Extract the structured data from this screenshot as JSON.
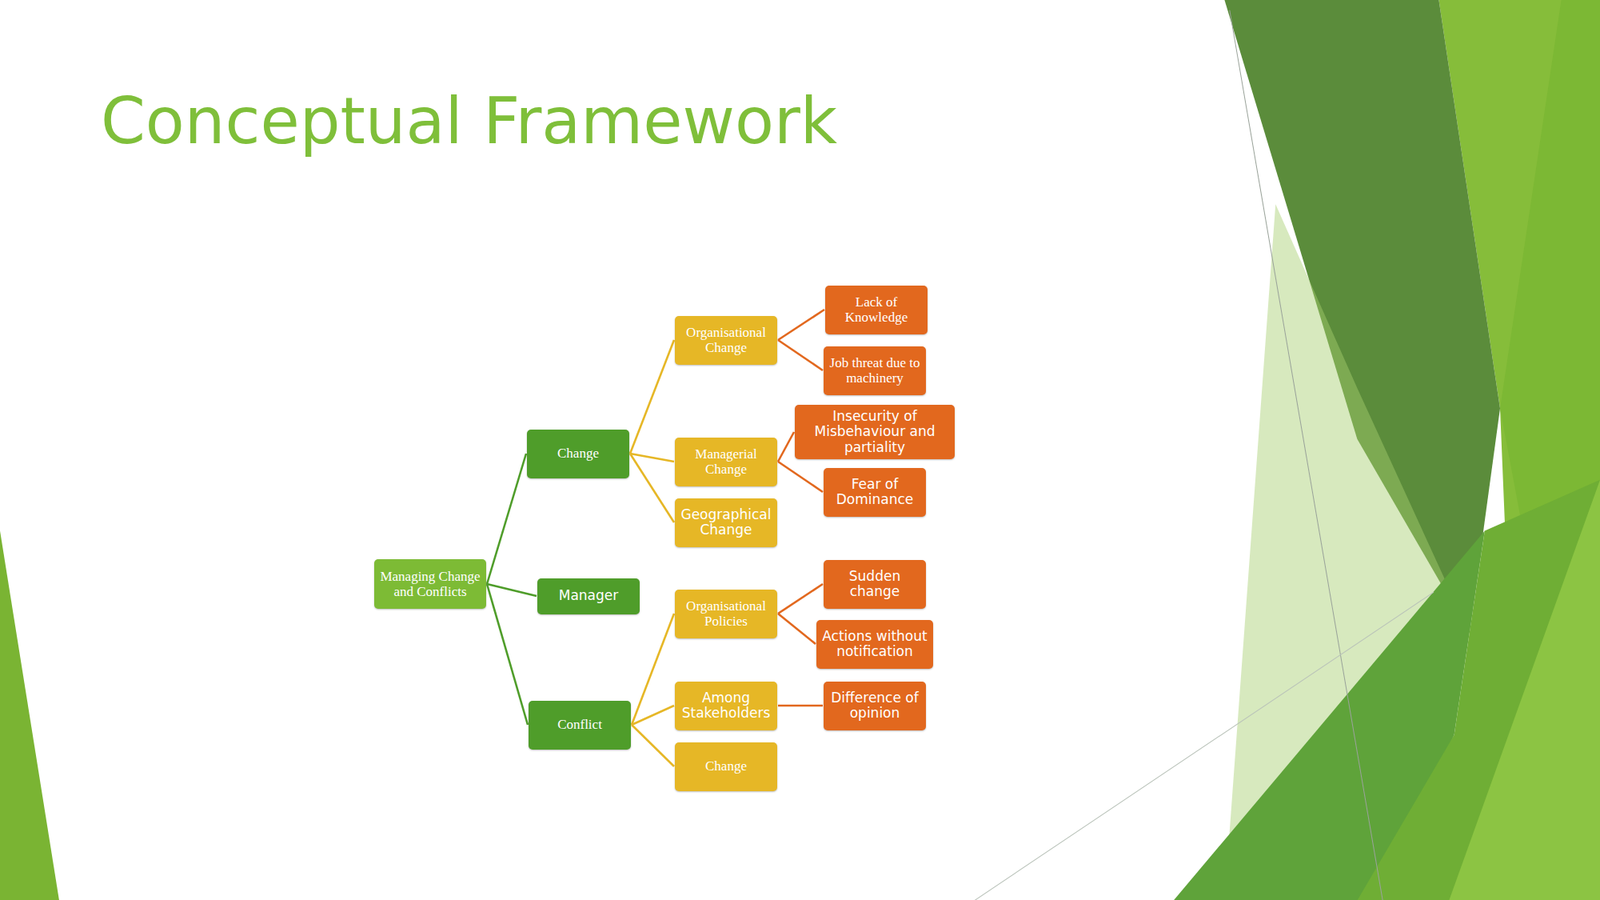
{
  "diagram": {
    "title": "Conceptual Framework",
    "nodes": [
      {
        "text": [
          "Managing Change and Conflicts"
        ]
      },
      {
        "text": [
          "Change"
        ]
      },
      {
        "text": [
          "Organisational Change"
        ]
      },
      {
        "text": [
          "Lack of Knowledge"
        ]
      },
      {
        "text": [
          "Job threat due to machinery"
        ]
      },
      {
        "text": [
          "Managerial Change"
        ]
      },
      {
        "text": [
          "Insecurity of Misbehaviour and partiality"
        ]
      },
      {
        "text": [
          "Fear of Dominance"
        ]
      },
      {
        "text": [
          "Geographical Change"
        ]
      },
      {
        "text": [
          "Manager"
        ]
      },
      {
        "text": [
          "Conflict"
        ]
      },
      {
        "text": [
          "Organisational Policies"
        ]
      },
      {
        "text": [
          "Sudden change"
        ]
      },
      {
        "text": [
          "Actions without notification"
        ]
      },
      {
        "text": [
          "Among Stakeholders"
        ]
      },
      {
        "text": [
          "Difference of opinion"
        ]
      },
      {
        "text": [
          "Change"
        ]
      }
    ],
    "edges": [
      {
        "from": 0,
        "to": 1,
        "arrow": "none"
      },
      {
        "from": 0,
        "to": 9,
        "arrow": "none"
      },
      {
        "from": 0,
        "to": 10,
        "arrow": "none"
      },
      {
        "from": 1,
        "to": 2,
        "arrow": "none"
      },
      {
        "from": 1,
        "to": 5,
        "arrow": "none"
      },
      {
        "from": 1,
        "to": 8,
        "arrow": "none"
      },
      {
        "from": 2,
        "to": 3,
        "arrow": "none"
      },
      {
        "from": 2,
        "to": 4,
        "arrow": "none"
      },
      {
        "from": 5,
        "to": 6,
        "arrow": "none"
      },
      {
        "from": 5,
        "to": 7,
        "arrow": "none"
      },
      {
        "from": 10,
        "to": 11,
        "arrow": "none"
      },
      {
        "from": 10,
        "to": 14,
        "arrow": "none"
      },
      {
        "from": 10,
        "to": 16,
        "arrow": "none"
      },
      {
        "from": 11,
        "to": 12,
        "arrow": "none"
      },
      {
        "from": 11,
        "to": 13,
        "arrow": "none"
      },
      {
        "from": 14,
        "to": 15,
        "arrow": "none"
      }
    ]
  }
}
